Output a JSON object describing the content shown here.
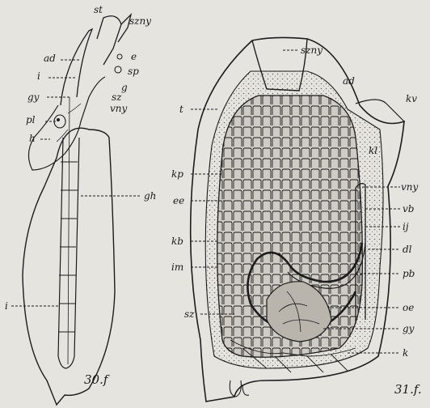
{
  "figures": [
    {
      "caption": "30.f",
      "labels": {
        "st": "st",
        "szny": "szny",
        "ad": "ad",
        "e": "e",
        "sp": "sp",
        "i_top": "i",
        "g": "g",
        "sz": "sz",
        "gy": "gy",
        "vny": "vny",
        "pl": "pl",
        "h": "h",
        "gh": "gh",
        "i_bottom": "i"
      }
    },
    {
      "caption": "31.f.",
      "labels": {
        "szny": "szny",
        "ad": "ad",
        "kv": "kv",
        "t": "t",
        "kl": "kl",
        "kp": "kp",
        "vny": "vny",
        "vb": "vb",
        "ee": "ee",
        "ij": "ij",
        "dl": "dl",
        "kb": "kb",
        "pb": "pb",
        "im": "im",
        "oe": "oe",
        "gy": "gy",
        "sz": "sz",
        "k": "k"
      }
    }
  ],
  "colors": {
    "paper": "#e6e4df",
    "ink": "#1c1c1c",
    "stipple": "#8a8680"
  }
}
